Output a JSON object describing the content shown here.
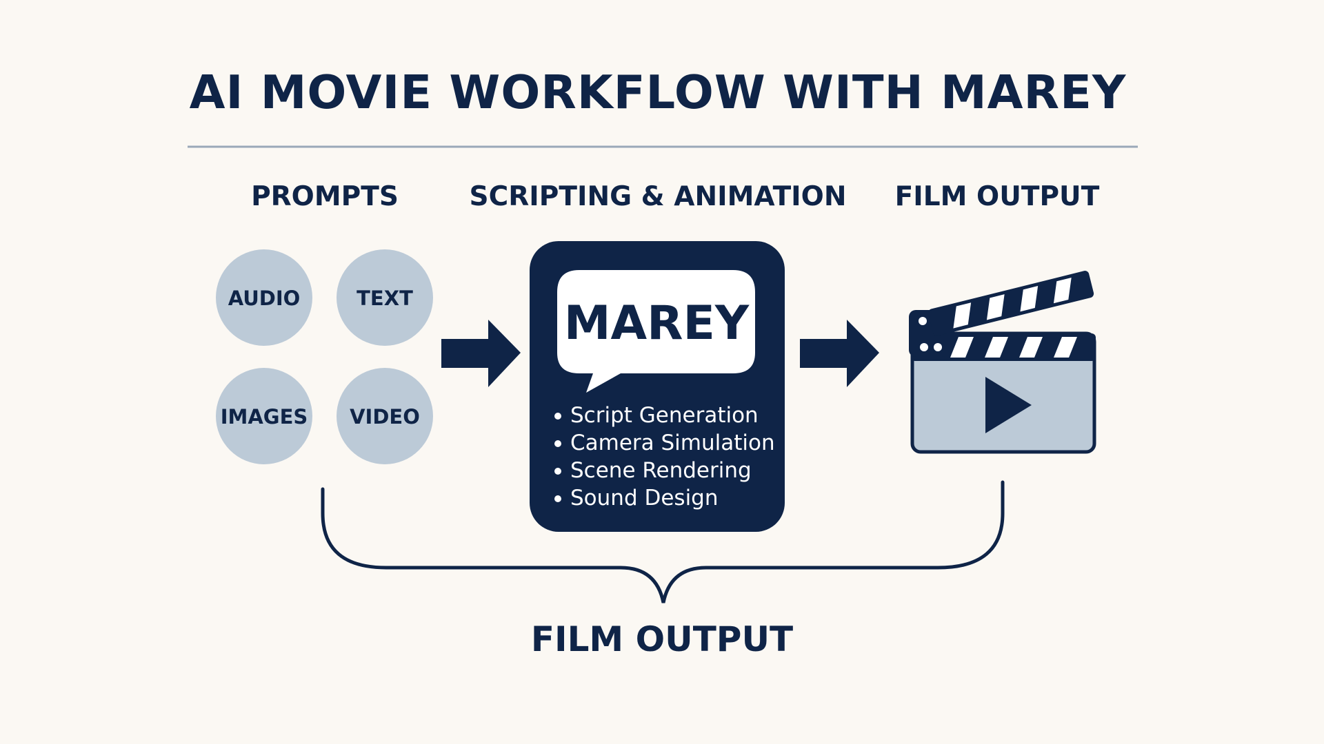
{
  "title": "AI MOVIE WORKFLOW WITH MAREY",
  "columns": {
    "prompts": "PROMPTS",
    "scripting": "SCRIPTING & ANIMATION",
    "film_output": "FILM OUTPUT"
  },
  "prompt_inputs": [
    "AUDIO",
    "TEXT",
    "IMAGES",
    "VIDEO"
  ],
  "marey": {
    "name": "MAREY",
    "features": [
      "Script Generation",
      "Camera Simulation",
      "Scene Rendering",
      "Sound Design"
    ]
  },
  "bottom_label": "FILM OUTPUT",
  "icons": {
    "arrow_1": "arrow-right-icon",
    "arrow_2": "arrow-right-icon",
    "output": "clapperboard-play-icon"
  },
  "colors": {
    "navy": "#0f2447",
    "circle_fill": "#bccad7",
    "background": "#fbf8f3",
    "divider": "#9aa8b8"
  }
}
